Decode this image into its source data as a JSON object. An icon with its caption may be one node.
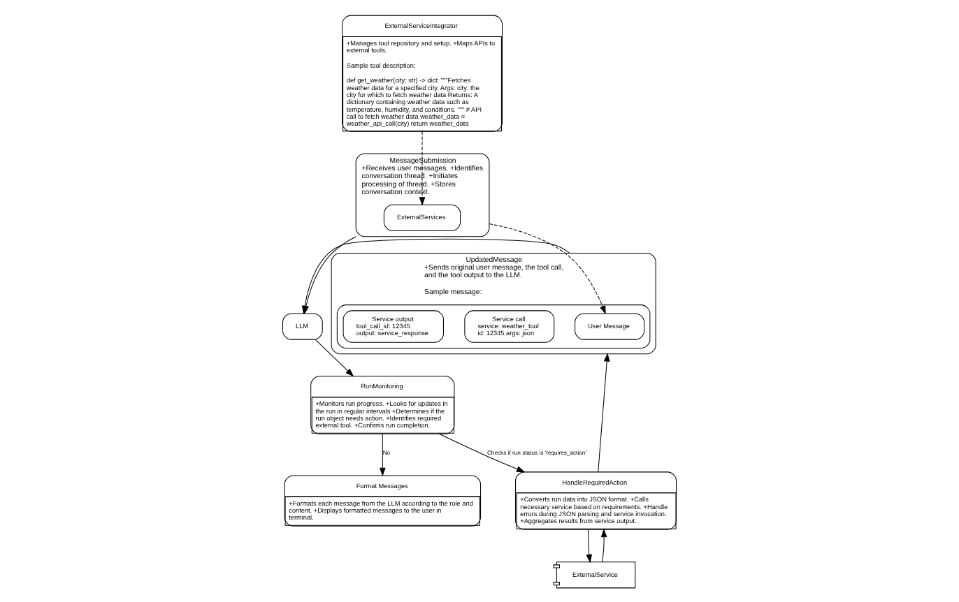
{
  "diagram": {
    "nodes": [
      {
        "text": [
          "MessageSubmission",
          "+Receives user messages. +Identifies conversation thread. +Initiates processing of thread. +Stores conversation context."
        ]
      },
      {
        "text": [
          "ExternalServices"
        ],
        "in": 0
      },
      {
        "text": [
          "ExternalServiceIntegrator",
          "+Manages tool repository and setup. +Maps APIs to external tools.",
          "Sample tool description:",
          "def get_weather(city: str) -> dict: \"\"\"Fetches weather data for a specified city. Args: city: the city for which to fetch weather data Returns: A dictionary containing weather data such as temperature, humidity, and conditions. \"\"\" # API call to fetch weather data weather_data = weather_api_call(city) return weather_data"
        ]
      },
      {
        "text": [
          "LLM"
        ]
      },
      {
        "text": [
          "RunMonitoring",
          "+Monitors run progress. +Looks for updates in the run in regular intervals +Determines if the run object needs action. +Identifies required external tool. +Confirms run completion."
        ]
      },
      {
        "text": [
          "UpdatedMessage",
          "+Sends original user message, the tool call, and the tool output to the LLM.",
          "Sample message:"
        ]
      },
      {
        "text": [],
        "shape": "box",
        "in": 5
      },
      {
        "text": [
          "User Message"
        ],
        "in": 6
      },
      {
        "text": [
          "Service call",
          "service: weather_tool id: 12345 args: json"
        ],
        "in": 6
      },
      {
        "text": [
          "Service output",
          "tool_call_id: 12345 output: service_response"
        ],
        "in": 6
      },
      {
        "text": [
          "HandleRequiredAction",
          "+Converts run data into JSON format. +Calls necessary service based on requirements. +Handle errors during JSON parsing and service invocation. +Aggregates results from service output."
        ]
      },
      {
        "text": [
          "Format Messages",
          "+Formats each message from the LLM according to the role and content. +Displays formatted messages to the user in terminal."
        ]
      },
      {
        "text": [
          "ExternalService"
        ]
      }
    ],
    "edges": [
      {
        "from": 2,
        "to": 1,
        "arrow": "to",
        "style": "dashed"
      },
      {
        "from": 0,
        "to": 3,
        "arrow": "to"
      },
      {
        "from": 0,
        "to": 7,
        "arrow": "to",
        "style": "dashed"
      },
      {
        "from": 3,
        "to": 4,
        "arrow": "to"
      },
      {
        "from": 5,
        "to": 3,
        "arrow": "to"
      },
      {
        "from": 4,
        "to": 11,
        "arrow": "to",
        "label": "No"
      },
      {
        "from": 4,
        "to": 10,
        "arrow": "to",
        "label": "Checks if run status is 'requires_action'"
      },
      {
        "from": 10,
        "to": 5,
        "arrow": "to"
      },
      {
        "from": 10,
        "to": 12,
        "arrow": "to"
      },
      {
        "from": 12,
        "to": 10,
        "arrow": "to"
      }
    ]
  }
}
